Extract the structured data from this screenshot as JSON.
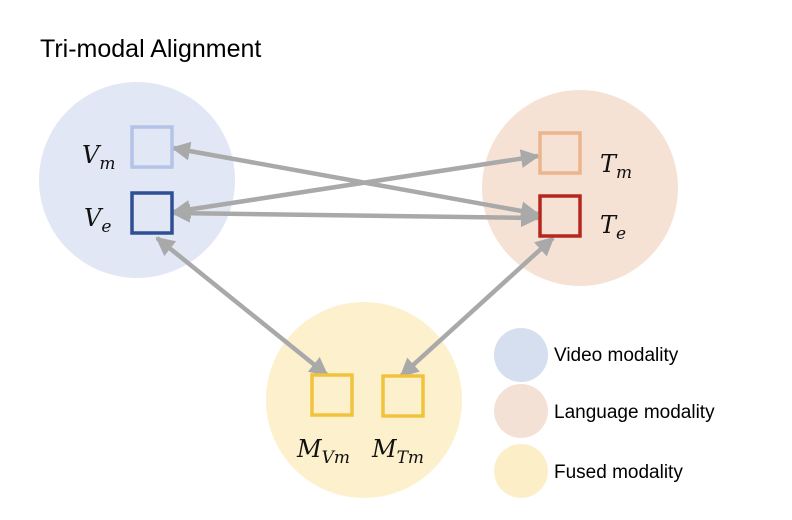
{
  "title": "Tri-modal Alignment",
  "colors": {
    "video_circle": "#e1e7f4",
    "language_circle": "#f6e2d5",
    "fused_circle": "#fdf0cc",
    "video_legend": "#d6dff0",
    "language_legend": "#f4e1d6",
    "fused_legend": "#fcefc8",
    "vm_box": "#b3c4e6",
    "ve_box": "#2f4f94",
    "tm_box": "#ecb48c",
    "te_box": "#b5261e",
    "m_box": "#f1c23c",
    "arrow": "#a9a9a9"
  },
  "nodes": {
    "vm": {
      "base": "V",
      "sub": "m"
    },
    "ve": {
      "base": "V",
      "sub": "e"
    },
    "tm": {
      "base": "T",
      "sub": "m"
    },
    "te": {
      "base": "T",
      "sub": "e"
    },
    "mvm": {
      "base": "M",
      "sub": "Vm"
    },
    "mtm": {
      "base": "M",
      "sub": "Tm"
    }
  },
  "connections": [
    {
      "from": "vm",
      "to": "te",
      "bidirectional": true
    },
    {
      "from": "ve",
      "to": "tm",
      "bidirectional": true
    },
    {
      "from": "ve",
      "to": "te",
      "bidirectional": true
    },
    {
      "from": "ve",
      "to": "mvm",
      "bidirectional": true
    },
    {
      "from": "te",
      "to": "mtm",
      "bidirectional": true
    }
  ],
  "legend": [
    {
      "label": "Video modality"
    },
    {
      "label": "Language modality"
    },
    {
      "label": "Fused modality"
    }
  ]
}
